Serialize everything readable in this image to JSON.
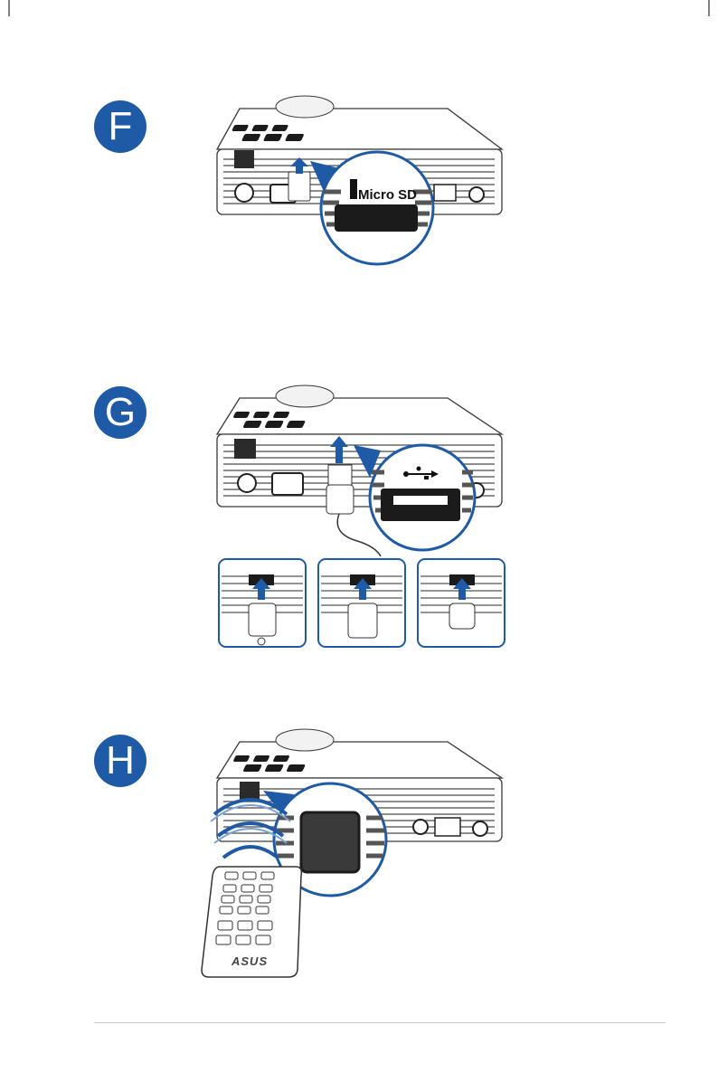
{
  "steps": [
    {
      "letter": "F",
      "callout_label": "Micro SD"
    },
    {
      "letter": "G"
    },
    {
      "letter": "H",
      "remote_logo": "ASUS"
    }
  ],
  "colors": {
    "badge": "#1f5aa6",
    "arrow": "#1f5aa6",
    "outline": "#3a3a3a"
  }
}
